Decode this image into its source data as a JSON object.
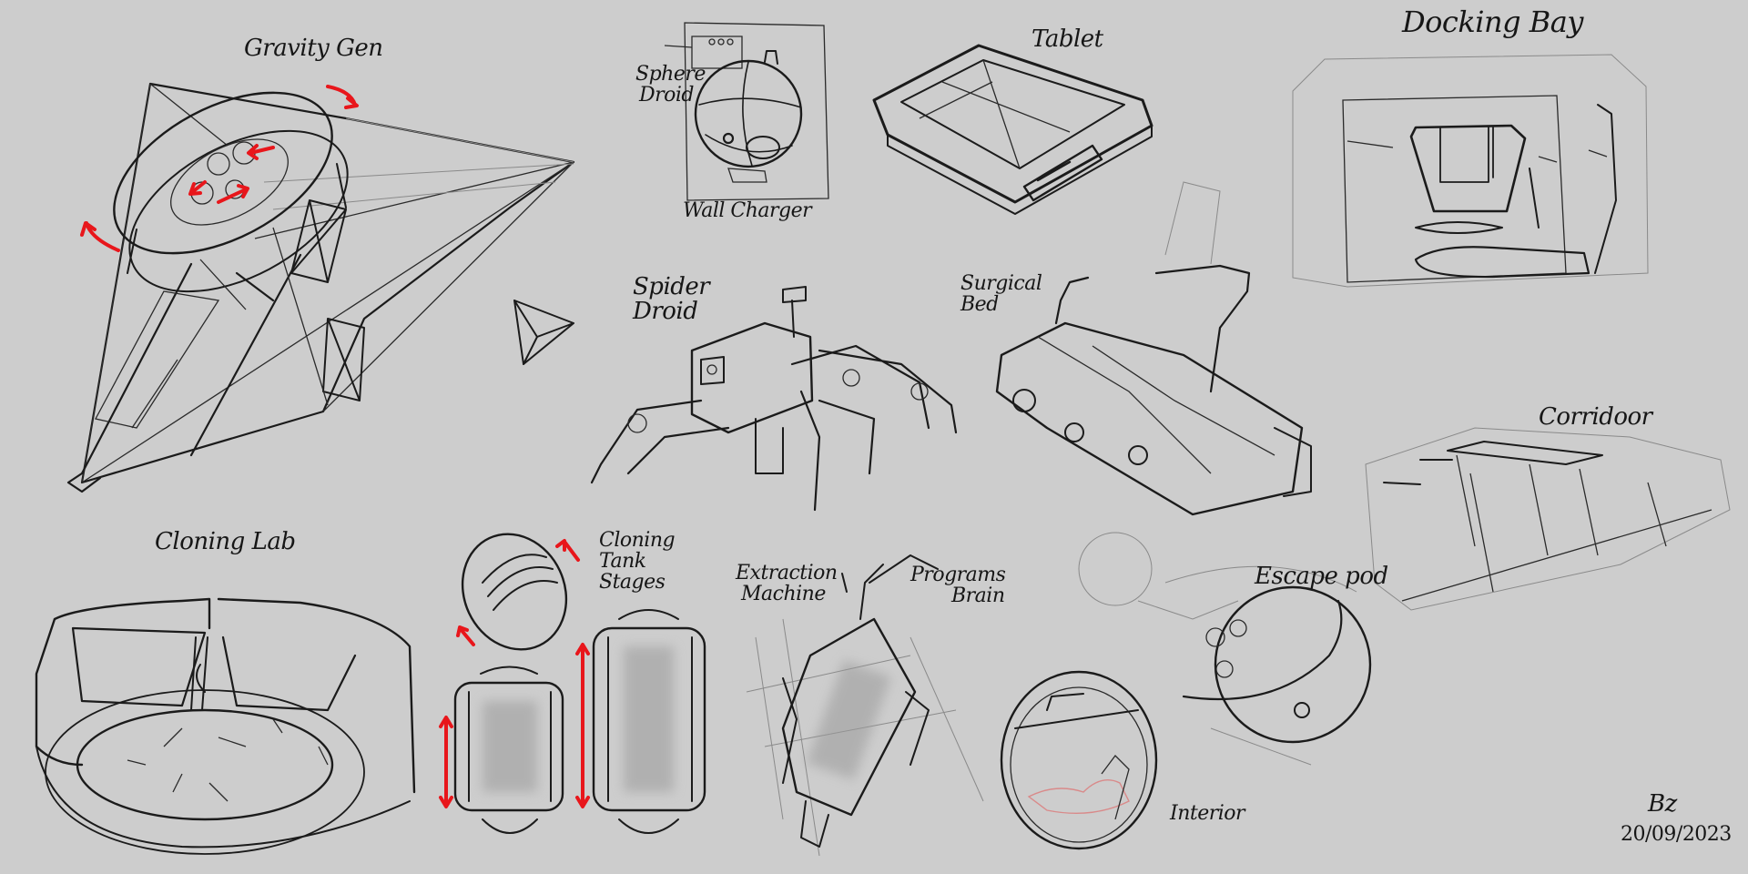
{
  "sheet": {
    "background": "#cdcdcd",
    "ink_color": "#1b1b1b",
    "accent_color": "#e8161b",
    "signature": "Bz",
    "date": "20/09/2023"
  },
  "sketches": [
    {
      "id": "gravity-gen",
      "label": "Gravity Gen"
    },
    {
      "id": "sphere-droid",
      "label_lines": [
        "Sphere",
        "Droid"
      ],
      "sub_label": "Wall Charger"
    },
    {
      "id": "tablet",
      "label": "Tablet"
    },
    {
      "id": "docking-bay",
      "label": "Docking Bay"
    },
    {
      "id": "spider-droid",
      "label_lines": [
        "Spider",
        "Droid"
      ]
    },
    {
      "id": "surgical-bed",
      "label_lines": [
        "Surgical",
        "Bed"
      ]
    },
    {
      "id": "corridor",
      "label": "Corridoor"
    },
    {
      "id": "cloning-lab",
      "label": "Cloning Lab"
    },
    {
      "id": "cloning-tank",
      "label_lines": [
        "Cloning",
        "Tank",
        "Stages"
      ]
    },
    {
      "id": "extraction-machine",
      "label_lines": [
        "Extraction",
        "Machine"
      ],
      "sub_label_lines": [
        "Programs",
        "Brain"
      ]
    },
    {
      "id": "escape-pod",
      "label": "Escape pod",
      "sub_label": "Interior"
    }
  ]
}
